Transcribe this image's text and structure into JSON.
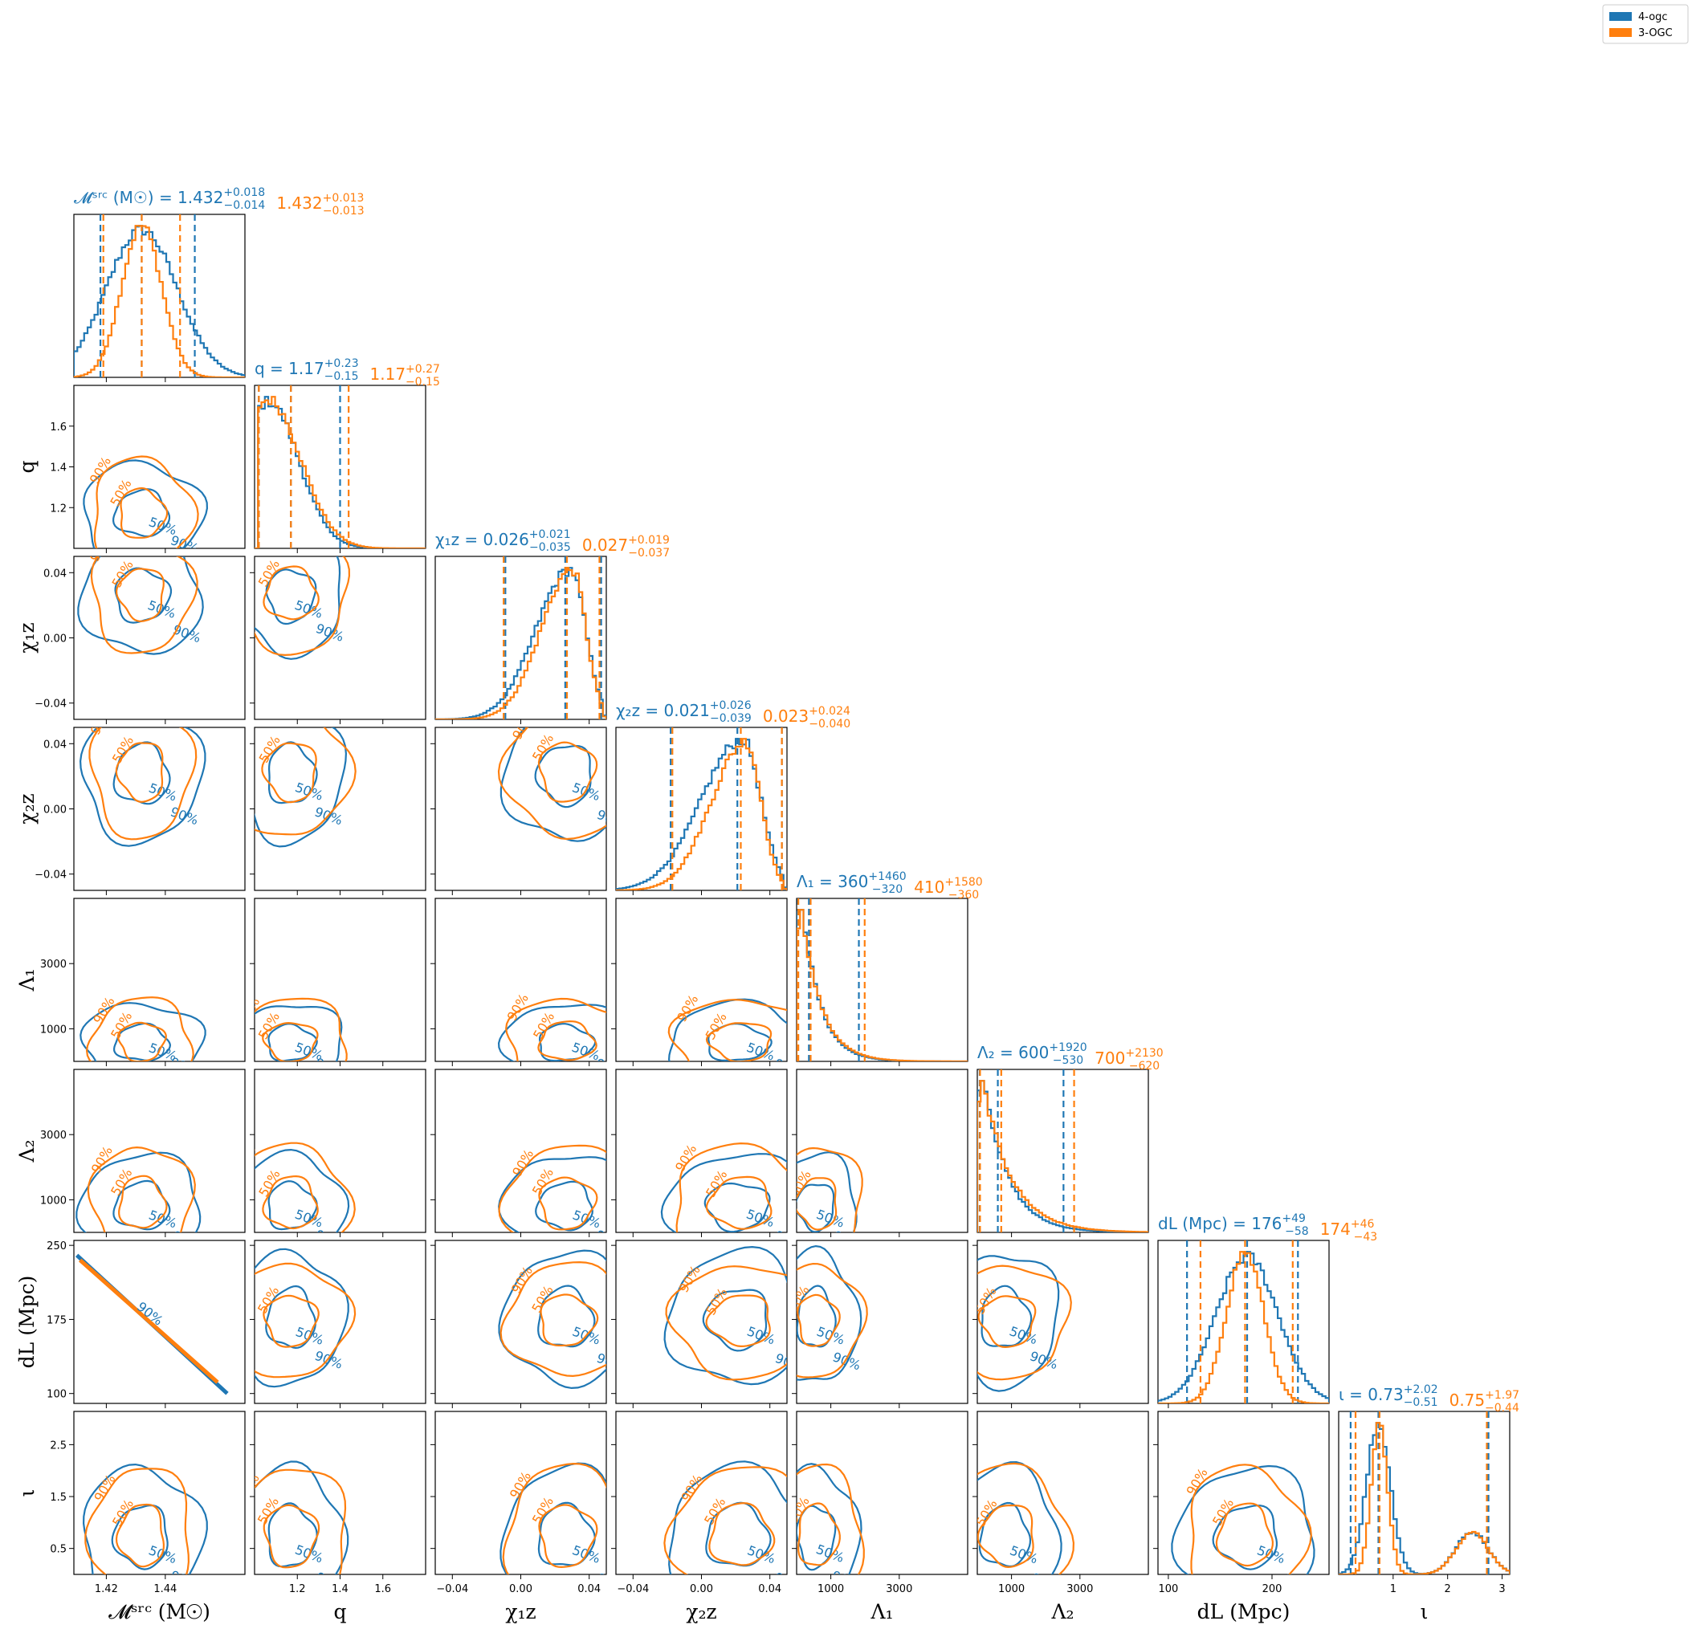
{
  "colors": {
    "series_a": "#1f77b4",
    "series_b": "#ff7f0e"
  },
  "legend": {
    "placement": "top-right",
    "entries": [
      {
        "label": "4-ogc",
        "color": "#1f77b4"
      },
      {
        "label": " 3-OGC",
        "color": "#ff7f0e"
      }
    ]
  },
  "chart_data": {
    "type": "corner",
    "series": [
      {
        "name": "4-ogc",
        "color": "#1f77b4"
      },
      {
        "name": " 3-OGC",
        "color": "#ff7f0e"
      }
    ],
    "contour_levels": [
      "50%",
      "90%"
    ],
    "params": [
      {
        "key": "mchirp",
        "axis_label": "𝓜ˢʳᶜ (M☉)",
        "range": [
          1.409,
          1.467
        ],
        "ticks": [
          {
            "v": 1.42,
            "label": "1.42"
          },
          {
            "v": 1.44,
            "label": "1.44"
          }
        ],
        "series_stats": [
          {
            "median": 1.432,
            "lo": 1.418,
            "hi": 1.45,
            "bump_sigma": 0.012,
            "text": "𝓜ˢʳᶜ (M☉) = 1.432",
            "sup": "+0.018",
            "sub": "−0.014"
          },
          {
            "median": 1.432,
            "lo": 1.419,
            "hi": 1.445,
            "bump_sigma": 0.0068,
            "text": "1.432",
            "sup": "+0.013",
            "sub": "−0.013"
          }
        ]
      },
      {
        "key": "q",
        "axis_label": "q",
        "range": [
          1.0,
          1.8
        ],
        "ticks": [
          {
            "v": 1.2,
            "label": "1.2"
          },
          {
            "v": 1.4,
            "label": "1.4"
          },
          {
            "v": 1.6,
            "label": "1.6"
          }
        ],
        "series_stats": [
          {
            "median": 1.17,
            "lo": 1.02,
            "hi": 1.4,
            "bump_sigma": 0.14,
            "text": "q = 1.17",
            "sup": "+0.23",
            "sub": "−0.15"
          },
          {
            "median": 1.17,
            "lo": 1.02,
            "hi": 1.44,
            "bump_sigma": 0.15,
            "text": "1.17",
            "sup": "+0.27",
            "sub": "−0.15"
          }
        ]
      },
      {
        "key": "chi1z",
        "axis_label": "χ₁z",
        "range": [
          -0.05,
          0.05
        ],
        "ticks": [
          {
            "v": -0.04,
            "label": "−0.04"
          },
          {
            "v": 0.0,
            "label": "0.00"
          },
          {
            "v": 0.04,
            "label": "0.04"
          }
        ],
        "series_stats": [
          {
            "median": 0.026,
            "lo": -0.009,
            "hi": 0.047,
            "bump_sigma": 0.02,
            "text": "χ₁z = 0.026",
            "sup": "+0.021",
            "sub": "−0.035"
          },
          {
            "median": 0.027,
            "lo": -0.01,
            "hi": 0.046,
            "bump_sigma": 0.018,
            "text": "0.027",
            "sup": "+0.019",
            "sub": "−0.037"
          }
        ]
      },
      {
        "key": "chi2z",
        "axis_label": "χ₂z",
        "range": [
          -0.05,
          0.05
        ],
        "ticks": [
          {
            "v": -0.04,
            "label": "−0.04"
          },
          {
            "v": 0.0,
            "label": "0.00"
          },
          {
            "v": 0.04,
            "label": "0.04"
          }
        ],
        "series_stats": [
          {
            "median": 0.021,
            "lo": -0.018,
            "hi": 0.047,
            "bump_sigma": 0.024,
            "text": "χ₂z = 0.021",
            "sup": "+0.026",
            "sub": "−0.039"
          },
          {
            "median": 0.023,
            "lo": -0.017,
            "hi": 0.047,
            "bump_sigma": 0.02,
            "text": "0.023",
            "sup": "+0.024",
            "sub": "−0.040"
          }
        ]
      },
      {
        "key": "lambda1",
        "axis_label": "Λ₁",
        "range": [
          0,
          5000
        ],
        "ticks": [
          {
            "v": 1000,
            "label": "1000"
          },
          {
            "v": 3000,
            "label": "3000"
          }
        ],
        "series_stats": [
          {
            "median": 360,
            "lo": 40,
            "hi": 1820,
            "bump_sigma": 520,
            "text": "Λ₁ = 360",
            "sup": "+1460",
            "sub": "−320"
          },
          {
            "median": 410,
            "lo": 50,
            "hi": 1990,
            "bump_sigma": 560,
            "text": "410",
            "sup": "+1580",
            "sub": "−360"
          }
        ]
      },
      {
        "key": "lambda2",
        "axis_label": "Λ₂",
        "range": [
          0,
          5000
        ],
        "ticks": [
          {
            "v": 1000,
            "label": "1000"
          },
          {
            "v": 3000,
            "label": "3000"
          }
        ],
        "series_stats": [
          {
            "median": 600,
            "lo": 70,
            "hi": 2520,
            "bump_sigma": 700,
            "text": "Λ₂ = 600",
            "sup": "+1920",
            "sub": "−530"
          },
          {
            "median": 700,
            "lo": 80,
            "hi": 2830,
            "bump_sigma": 820,
            "text": "700",
            "sup": "+2130",
            "sub": "−620"
          }
        ]
      },
      {
        "key": "dl",
        "axis_label": "dL (Mpc)",
        "range": [
          90,
          255
        ],
        "ticks": [
          {
            "v": 100,
            "label": "100"
          },
          {
            "v": 200,
            "label": "200"
          }
        ],
        "ticks_y": [
          {
            "v": 100,
            "label": "100"
          },
          {
            "v": 175,
            "label": "175"
          },
          {
            "v": 250,
            "label": "250"
          }
        ],
        "series_stats": [
          {
            "median": 176,
            "lo": 118,
            "hi": 225,
            "bump_sigma": 30,
            "text": "dL (Mpc) = 176",
            "sup": "+49",
            "sub": "−58"
          },
          {
            "median": 174,
            "lo": 131,
            "hi": 220,
            "bump_sigma": 18,
            "text": "174",
            "sup": "+46",
            "sub": "−43"
          }
        ]
      },
      {
        "key": "iota",
        "axis_label": "ι",
        "range": [
          0,
          3.14
        ],
        "ticks": [
          {
            "v": 1,
            "label": "1"
          },
          {
            "v": 2,
            "label": "2"
          },
          {
            "v": 3,
            "label": "3"
          }
        ],
        "ticks_y": [
          {
            "v": 0.5,
            "label": "0.5"
          },
          {
            "v": 1.5,
            "label": "1.5"
          },
          {
            "v": 2.5,
            "label": "2.5"
          }
        ],
        "series_stats": [
          {
            "median": 0.73,
            "lo": 0.22,
            "hi": 2.75,
            "bump_sigma": 0.22,
            "text": "ι = 0.73",
            "sup": "+2.02",
            "sub": "−0.51"
          },
          {
            "median": 0.75,
            "lo": 0.31,
            "hi": 2.72,
            "bump_sigma": 0.15,
            "text": "0.75",
            "sup": "+1.97",
            "sub": "−0.44"
          }
        ]
      }
    ]
  }
}
